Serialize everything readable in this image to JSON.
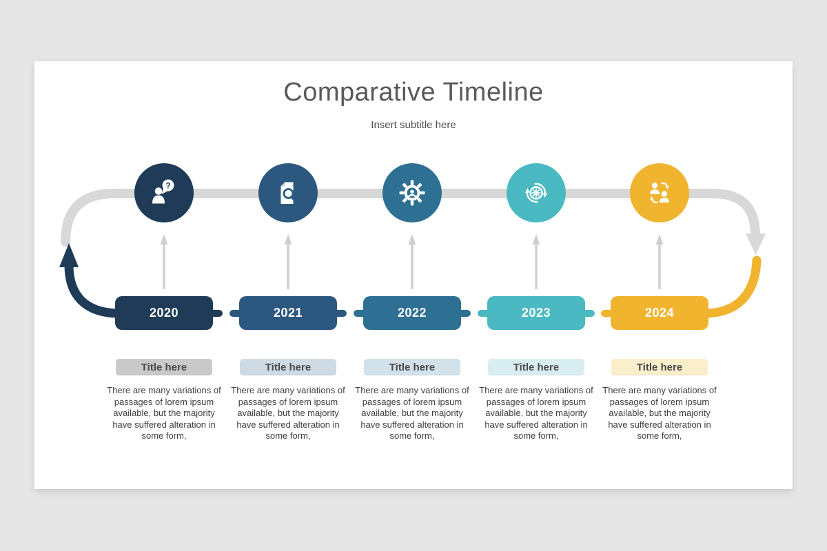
{
  "slide": {
    "title": "Comparative Timeline",
    "subtitle": "Insert subtitle here"
  },
  "colors": {
    "canvas_bg": "#e7e6e6",
    "slide_bg": "#ffffff",
    "track": "#d8d8d8",
    "connector": "#cfcfcf"
  },
  "milestones": [
    {
      "year": "2020",
      "color": "#1f3b57",
      "icon": "person-question-icon",
      "label": "Title here",
      "label_bg": "#c9c9c9",
      "description": "There are many variations of passages of lorem ipsum available, but the majority have suffered alteration in some form,"
    },
    {
      "year": "2021",
      "color": "#2c5880",
      "icon": "document-search-icon",
      "label": "Title here",
      "label_bg": "#cedbe4",
      "description": "There are many variations of passages of lorem ipsum available, but the majority have suffered alteration in some form,"
    },
    {
      "year": "2022",
      "color": "#2e7093",
      "icon": "gear-person-icon",
      "label": "Title here",
      "label_bg": "#d2e2ea",
      "description": "There are many variations of passages of lorem ipsum available, but the majority have suffered alteration in some form,"
    },
    {
      "year": "2023",
      "color": "#4ab9c1",
      "icon": "clock-refresh-icon",
      "label": "Title here",
      "label_bg": "#d9eef0",
      "description": "There are many variations of passages of lorem ipsum available, but the majority have suffered alteration in some form,"
    },
    {
      "year": "2024",
      "color": "#f0b42f",
      "icon": "people-swap-icon",
      "label": "Title here",
      "label_bg": "#faeecb",
      "description": "There are many variations of passages of lorem ipsum available, but the majority have suffered alteration in some form,"
    }
  ]
}
